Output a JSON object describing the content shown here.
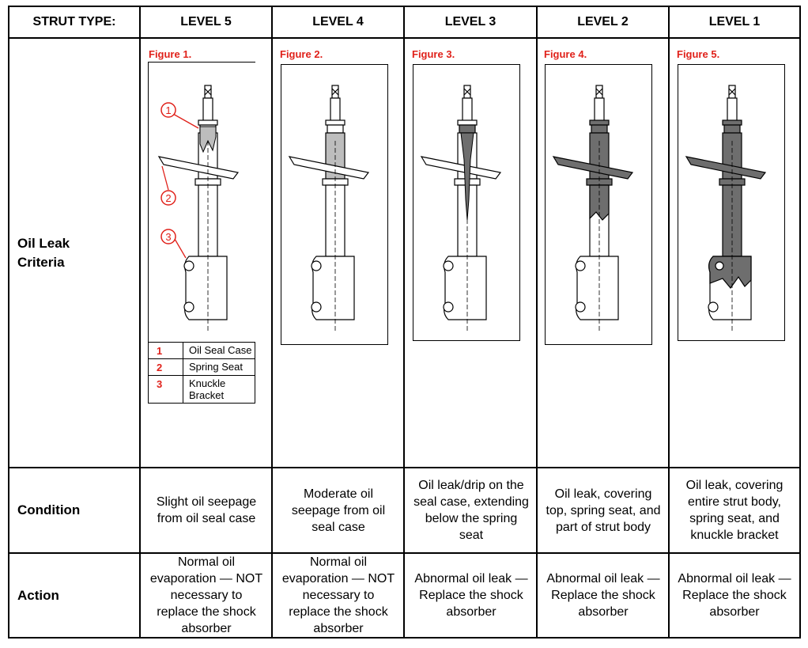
{
  "header": {
    "strut_type": "STRUT TYPE:",
    "levels": [
      "LEVEL 5",
      "LEVEL 4",
      "LEVEL 3",
      "LEVEL 2",
      "LEVEL 1"
    ]
  },
  "rows": {
    "criteria": "Oil Leak Criteria",
    "condition": "Condition",
    "action": "Action"
  },
  "figures": [
    "Figure 1.",
    "Figure 2.",
    "Figure 3.",
    "Figure 4.",
    "Figure 5."
  ],
  "legend": [
    {
      "num": "1",
      "label": "Oil Seal Case"
    },
    {
      "num": "2",
      "label": "Spring Seat"
    },
    {
      "num": "3",
      "label": "Knuckle Bracket"
    }
  ],
  "conditions": [
    "Slight oil seepage from oil seal case",
    "Moderate oil seepage from oil seal case",
    "Oil leak/drip on the seal case, extending below the spring seat",
    "Oil leak, covering top, spring seat, and part of strut body",
    "Oil leak, covering entire strut body, spring seat, and knuckle bracket"
  ],
  "actions": [
    "Normal oil evaporation — NOT necessary to replace the shock absorber",
    "Normal oil evaporation — NOT necessary to replace the shock absorber",
    "Abnormal oil leak — Replace the shock absorber",
    "Abnormal oil leak — Replace the shock absorber",
    "Abnormal oil leak — Replace the shock absorber"
  ],
  "callouts": [
    "1",
    "2",
    "3"
  ],
  "colors": {
    "accent": "#e0211a",
    "oil_light": "#bdbdbd",
    "oil_dark": "#6e6e6e"
  }
}
